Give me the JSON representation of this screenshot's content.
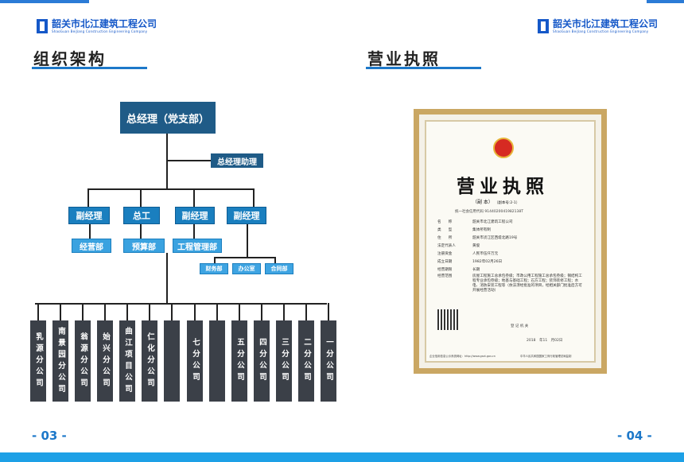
{
  "company": {
    "name_cn": "韶关市北江建筑工程公司",
    "name_en": "ShaoGuan BeiJiang Construction Engineering Company"
  },
  "left": {
    "title": "组织架构",
    "page": "- 03 -"
  },
  "right": {
    "title": "营业执照",
    "page": "- 04 -"
  },
  "org": {
    "top": "总经理（党支部）",
    "assistant": "总经理助理",
    "level2": [
      "副经理",
      "总工",
      "副经理",
      "副经理"
    ],
    "level3": [
      "经营部",
      "预算部",
      "工程管理部"
    ],
    "level4": [
      "财务部",
      "办公室",
      "合同部"
    ],
    "branches": [
      "乳源分公司",
      "南景园分公司",
      "翁源分公司",
      "始兴分公司",
      "曲江项目公司",
      "仁化分公司",
      "",
      "七分公司",
      "",
      "五分公司",
      "四分公司",
      "三分公司",
      "二分公司",
      "一分公司"
    ]
  },
  "license": {
    "title": "营业执照",
    "copy": "（副 本）",
    "copy_no": "（副本号:2-1）",
    "credit_code": "统一社会信用代码 9144020041982138T",
    "fields": [
      {
        "k": "名　　称",
        "v": "韶关市北江建筑工程公司"
      },
      {
        "k": "类　　型",
        "v": "集体所有制"
      },
      {
        "k": "住　　所",
        "v": "韶关市浈江区西堤北路19号"
      },
      {
        "k": "法定代表人",
        "v": "黄俊"
      },
      {
        "k": "注册资金",
        "v": "人民币伍仟万元"
      },
      {
        "k": "成立日期",
        "v": "1982年02月26日"
      },
      {
        "k": "经营期限",
        "v": "长期"
      },
      {
        "k": "经营范围",
        "v": "房屋工程施工总承包叁级；市政公用工程施工总承包叁级；钢结构工程专业承包叁级；地基与基础工程；石方工程；装饰装修工程；水电、消防安装工程等（依法须经批准的项目，经相关部门批准后方可开展经营活动）"
      }
    ],
    "authority": "登 记 机 关",
    "date": "2018　年11　月02日",
    "footer_left": "企业信用信息公示系统网址：http://www.gsxt.gov.cn",
    "footer_right": "中华人民共和国国家工商行政管理总局监制"
  }
}
